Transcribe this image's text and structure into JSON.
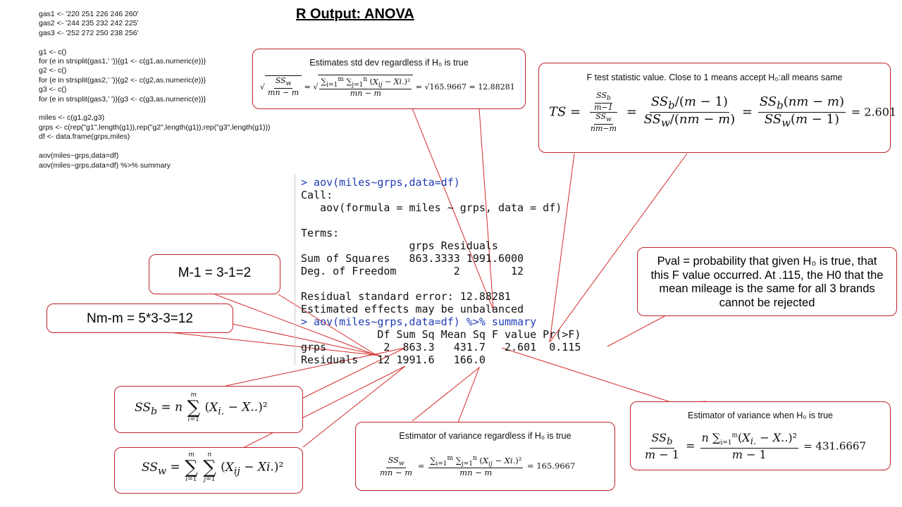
{
  "title": "R Output: ANOVA",
  "r_code": [
    "gas1 <- '220 251 226 246 260'",
    "gas2 <- '244 235 232 242 225'",
    "gas3 <- '252 272 250 238 256'",
    "",
    "g1 <- c()",
    "for (e in strsplit(gas1,' ')){g1 <- c(g1,as.numeric(e))}",
    "g2 <- c()",
    "for (e in strsplit(gas2,' ')){g2 <- c(g2,as.numeric(e))}",
    "g3 <- c()",
    "for (e in strsplit(gas3,' ')){g3 <- c(g3,as.numeric(e))}",
    "",
    "miles <- c(g1,g2,g3)",
    "grps <- c(rep(\"g1\",length(g1)),rep(\"g2\",length(g1)),rep(\"g3\",length(g1)))",
    "df <- data.frame(grps,miles)",
    "",
    "aov(miles~grps,data=df)",
    "aov(miles~grps,data=df) %>% summary"
  ],
  "console": {
    "cmd1": "> aov(miles~grps,data=df)",
    "call": "Call:",
    "formula": "   aov(formula = miles ~ grps, data = df)",
    "terms": "Terms:",
    "hdr": "                 grps Residuals",
    "ss": "Sum of Squares   863.3333 1991.6000",
    "df": "Deg. of Freedom         2        12",
    "rse": "Residual standard error: 12.88281",
    "unbal": "Estimated effects may be unbalanced",
    "cmd2": "> aov(miles~grps,data=df) %>% summary",
    "sum_hdr": "            Df Sum Sq Mean Sq F value Pr(>F)",
    "row_grps": "grps         2  863.3   431.7   2.601  0.115",
    "row_res": "Residuals   12 1991.6   166.0"
  },
  "annotations": {
    "stddev_caption": "Estimates std dev regardless if H₀ is true",
    "stddev_value": "= √165.9667 = 12.88281",
    "ftest_caption": "F test statistic value. Close to 1 means accept H₀:all means same",
    "ftest_value": "= 2.601",
    "m1": "M-1 = 3-1=2",
    "nmm": "Nm-m = 5*3-3=12",
    "pval": "Pval = probability that given H₀ is true, that this F value occurred. At .115, the H0 that the mean mileage is the same for all 3 brands cannot be rejected",
    "var_any_caption": "Estimator of variance regardless if H₀ is true",
    "var_any_value": "= 165.9667",
    "var_h0_caption": "Estimator of variance when H₀ is true",
    "var_h0_value": "= 431.6667"
  },
  "colors": {
    "accent": "#c0222a",
    "command": "#1f3cb4"
  }
}
